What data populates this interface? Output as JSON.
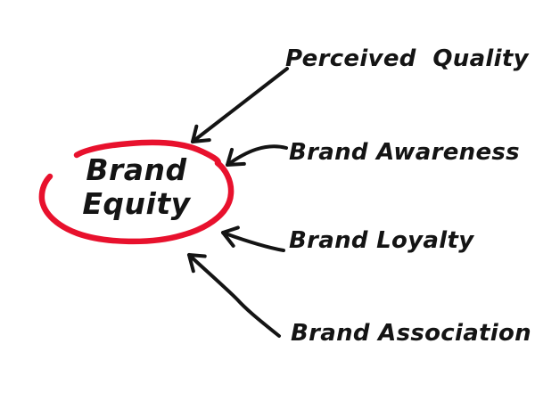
{
  "diagram": {
    "title": {
      "line1": "Brand",
      "line2": "Equity"
    },
    "factors": [
      {
        "label": "Perceived  Quality"
      },
      {
        "label": "Brand Awareness"
      },
      {
        "label": "Brand Loyalty"
      },
      {
        "label": "Brand Association"
      }
    ],
    "colors": {
      "ellipse_stroke": "#e8112d",
      "arrow_stroke": "#141414",
      "text": "#141414",
      "background": "#ffffff"
    }
  }
}
